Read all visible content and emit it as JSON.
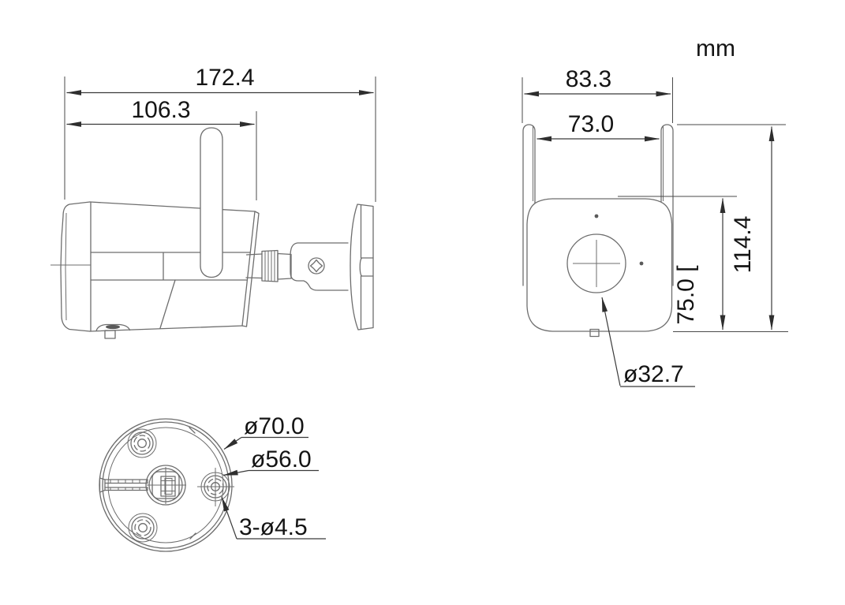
{
  "unit_label": "mm",
  "side_view": {
    "overall_length": "172.4",
    "upper_body_length": "106.3"
  },
  "front_view": {
    "overall_width": "83.3",
    "inner_width": "73.0",
    "overall_height": "114.4",
    "body_height": "75.0 [",
    "lens_diameter": "ø32.7"
  },
  "bottom_view": {
    "base_diameter": "ø70.0",
    "screw_circle_diameter": "ø56.0",
    "mounting_holes": "3-ø4.5"
  },
  "colors": {
    "background": "#ffffff",
    "part_line": "#6e6e6e",
    "dimension_line": "#3a3a3a",
    "text": "#141414"
  }
}
